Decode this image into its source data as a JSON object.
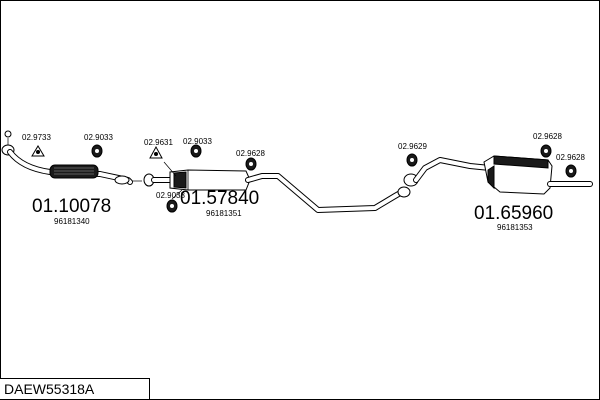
{
  "diagram": {
    "title": "DAEW55318A",
    "assemblies": [
      {
        "id": "front",
        "article": "01.10078",
        "oem": "96181340"
      },
      {
        "id": "middle",
        "article": "01.57840",
        "oem": "96181351"
      },
      {
        "id": "rear",
        "article": "01.65960",
        "oem": "96181353"
      }
    ],
    "accessories": [
      {
        "code": "02.9733"
      },
      {
        "code": "02.9033"
      },
      {
        "code": "02.9631"
      },
      {
        "code": "02.9033"
      },
      {
        "code": "02.9033"
      },
      {
        "code": "02.9628"
      },
      {
        "code": "02.9629"
      },
      {
        "code": "02.9628"
      },
      {
        "code": "02.9628"
      }
    ]
  }
}
